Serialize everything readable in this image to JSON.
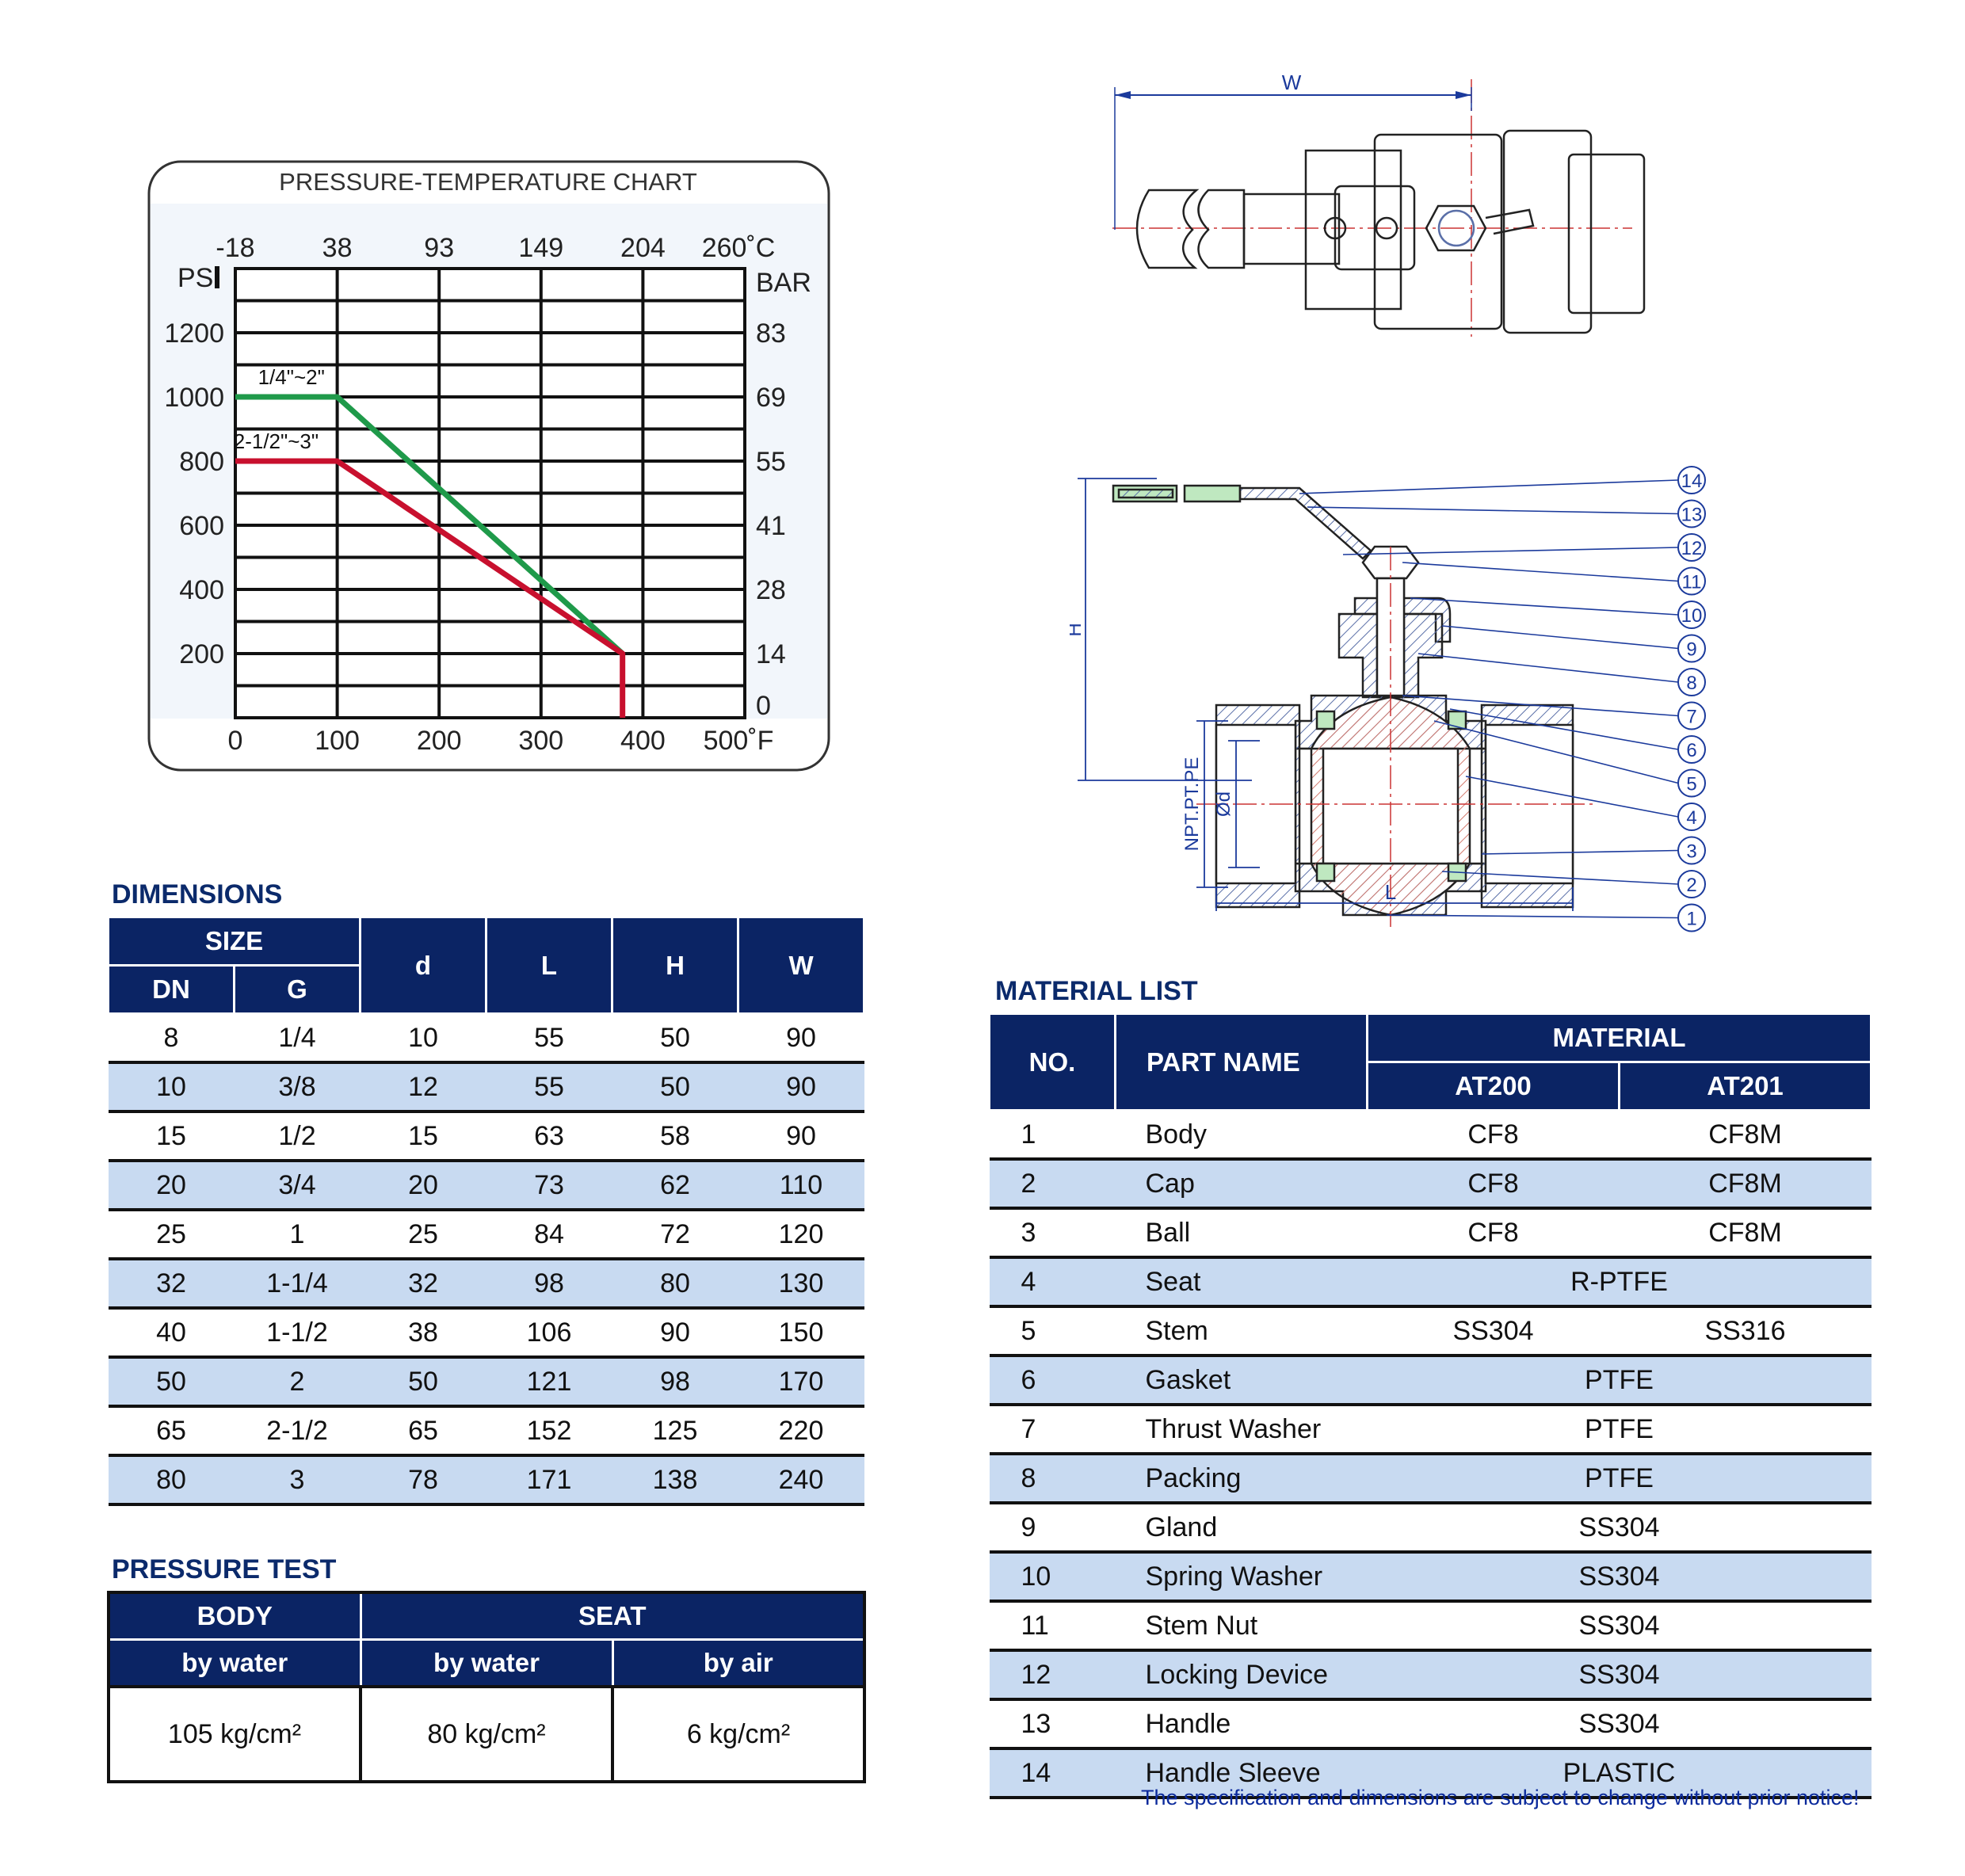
{
  "chart_data": {
    "type": "line",
    "title": "PRESSURE-TEMPERATURE CHART",
    "xlabel": "°F",
    "ylabel": "PSI",
    "y2label": "BAR",
    "x_ticks": [
      "0",
      "100",
      "200",
      "300",
      "400",
      "500˚F"
    ],
    "x_tick_values": [
      0,
      100,
      200,
      300,
      400,
      500
    ],
    "x2_ticks": [
      "-18",
      "38",
      "93",
      "149",
      "204",
      "260˚C"
    ],
    "y_ticks": [
      "200",
      "400",
      "600",
      "800",
      "1000",
      "1200"
    ],
    "y_tick_values": [
      200,
      400,
      600,
      800,
      1000,
      1200
    ],
    "y2_ticks": [
      "0",
      "14",
      "28",
      "41",
      "55",
      "69",
      "83"
    ],
    "y2_tick_values": [
      0,
      200,
      400,
      600,
      800,
      1000,
      1200
    ],
    "xlim": [
      0,
      500
    ],
    "ylim": [
      0,
      1400
    ],
    "grid": true,
    "series": [
      {
        "name": "1/4\"~2\"",
        "color": "#1f9a4a",
        "x": [
          0,
          100,
          380,
          380
        ],
        "y": [
          1000,
          1000,
          200,
          200
        ]
      },
      {
        "name": "2-1/2\"~3\"",
        "color": "#c8102e",
        "x": [
          0,
          100,
          380,
          380
        ],
        "y": [
          800,
          800,
          200,
          0
        ]
      }
    ]
  },
  "dimensions": {
    "title": "DIMENSIONS",
    "headers": {
      "size": "SIZE",
      "dn": "DN",
      "g": "G",
      "d": "d",
      "l": "L",
      "h": "H",
      "w": "W"
    },
    "rows": [
      [
        "8",
        "1/4",
        "10",
        "55",
        "50",
        "90"
      ],
      [
        "10",
        "3/8",
        "12",
        "55",
        "50",
        "90"
      ],
      [
        "15",
        "1/2",
        "15",
        "63",
        "58",
        "90"
      ],
      [
        "20",
        "3/4",
        "20",
        "73",
        "62",
        "110"
      ],
      [
        "25",
        "1",
        "25",
        "84",
        "72",
        "120"
      ],
      [
        "32",
        "1-1/4",
        "32",
        "98",
        "80",
        "130"
      ],
      [
        "40",
        "1-1/2",
        "38",
        "106",
        "90",
        "150"
      ],
      [
        "50",
        "2",
        "50",
        "121",
        "98",
        "170"
      ],
      [
        "65",
        "2-1/2",
        "65",
        "152",
        "125",
        "220"
      ],
      [
        "80",
        "3",
        "78",
        "171",
        "138",
        "240"
      ]
    ]
  },
  "pressure_test": {
    "title": "PRESSURE TEST",
    "body": "BODY",
    "seat": "SEAT",
    "body_water": "by water",
    "seat_water": "by water",
    "seat_air": "by air",
    "values": [
      "105 kg/cm²",
      "80 kg/cm²",
      "6 kg/cm²"
    ]
  },
  "material_list": {
    "title": "MATERIAL LIST",
    "headers": {
      "no": "NO.",
      "part": "PART NAME",
      "material": "MATERIAL",
      "at200": "AT200",
      "at201": "AT201"
    },
    "rows": [
      {
        "no": "1",
        "part": "Body",
        "at200": "CF8",
        "at201": "CF8M"
      },
      {
        "no": "2",
        "part": "Cap",
        "at200": "CF8",
        "at201": "CF8M"
      },
      {
        "no": "3",
        "part": "Ball",
        "at200": "CF8",
        "at201": "CF8M"
      },
      {
        "no": "4",
        "part": "Seat",
        "material": "R-PTFE"
      },
      {
        "no": "5",
        "part": "Stem",
        "at200": "SS304",
        "at201": "SS316"
      },
      {
        "no": "6",
        "part": "Gasket",
        "material": "PTFE"
      },
      {
        "no": "7",
        "part": "Thrust Washer",
        "material": "PTFE"
      },
      {
        "no": "8",
        "part": "Packing",
        "material": "PTFE"
      },
      {
        "no": "9",
        "part": "Gland",
        "material": "SS304"
      },
      {
        "no": "10",
        "part": "Spring Washer",
        "material": "SS304"
      },
      {
        "no": "11",
        "part": "Stem Nut",
        "material": "SS304"
      },
      {
        "no": "12",
        "part": "Locking Device",
        "material": "SS304"
      },
      {
        "no": "13",
        "part": "Handle",
        "material": "SS304"
      },
      {
        "no": "14",
        "part": "Handle Sleeve",
        "material": "PLASTIC"
      }
    ],
    "note": "The specification and dimensions are subject to change without prior notice!"
  },
  "drawings": {
    "top_view": {
      "w_label": "W"
    },
    "section_view": {
      "h_label": "H",
      "l_label": "L",
      "d_label": "Ød",
      "thread_label": "NPT.PT.PE",
      "callouts": [
        "14",
        "13",
        "12",
        "11",
        "10",
        "9",
        "8",
        "7",
        "6",
        "5",
        "4",
        "3",
        "2",
        "1"
      ]
    }
  }
}
